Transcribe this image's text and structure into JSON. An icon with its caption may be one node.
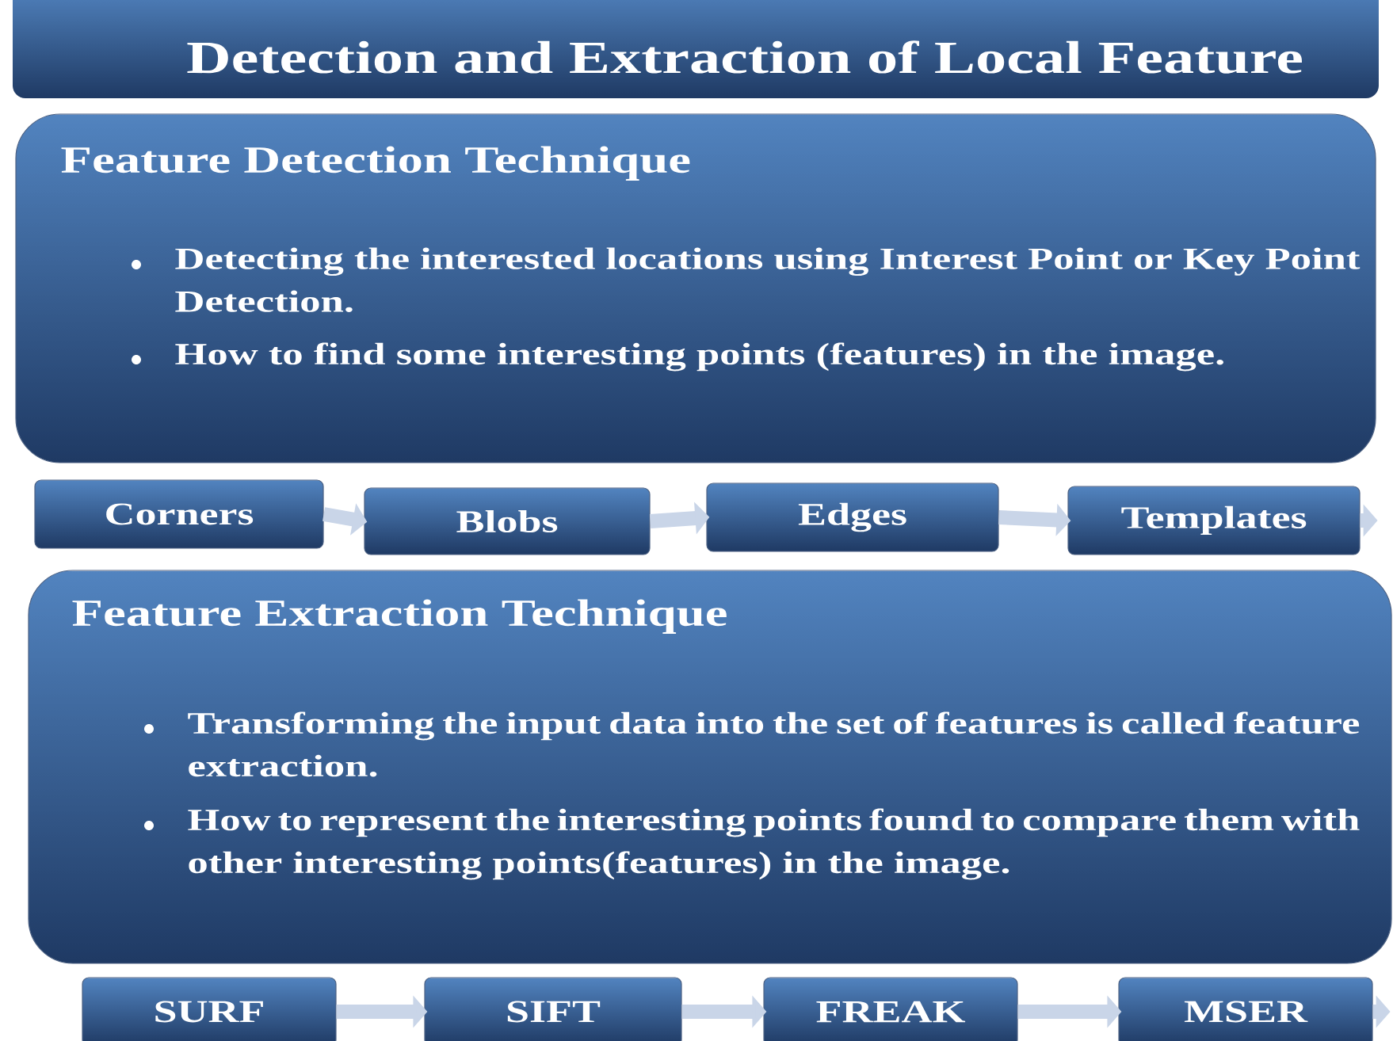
{
  "diagram": {
    "title": "Detection and Extraction of Local Feature",
    "nodes": [
      {
        "text": [
          "Feature Detection Technique",
          "Detecting the interested locations using Interest Point or Key Point Detection.",
          "How to find some interesting points (features) in the image."
        ]
      },
      {
        "text": [
          "Corners"
        ]
      },
      {
        "text": [
          "Blobs"
        ]
      },
      {
        "text": [
          "Edges"
        ]
      },
      {
        "text": [
          "Templates"
        ]
      },
      {
        "text": [
          "Feature Extraction Technique",
          "Transforming the input data into the set of features is called feature extraction.",
          "How to represent the interesting points found to compare them with other interesting points(features) in the image."
        ]
      },
      {
        "text": [
          "SURF"
        ]
      },
      {
        "text": [
          "SIFT"
        ]
      },
      {
        "text": [
          "FREAK"
        ]
      },
      {
        "text": [
          "MSER"
        ]
      }
    ],
    "edges": [
      {
        "from": 1,
        "to": 2,
        "arrow": "to"
      },
      {
        "from": 2,
        "to": 3,
        "arrow": "to"
      },
      {
        "from": 3,
        "to": 4,
        "arrow": "to"
      },
      {
        "from": 4,
        "to": null,
        "arrow": "to"
      },
      {
        "from": 6,
        "to": 7,
        "arrow": "to"
      },
      {
        "from": 7,
        "to": 8,
        "arrow": "to"
      },
      {
        "from": 8,
        "to": 9,
        "arrow": "to"
      },
      {
        "from": 9,
        "to": null,
        "arrow": "to"
      }
    ]
  }
}
